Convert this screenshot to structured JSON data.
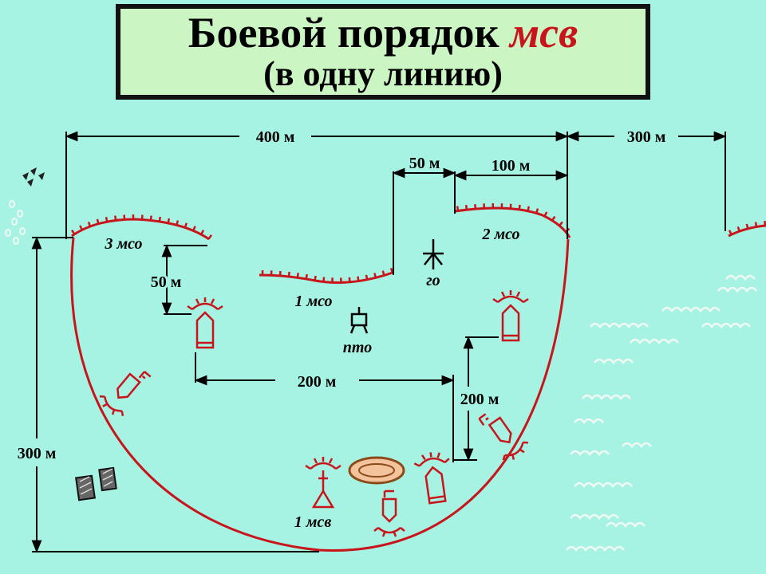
{
  "title": {
    "main": "Боевой порядок",
    "accent": "мсв",
    "subtitle": "(в одну линию)"
  },
  "dimensions": {
    "d400": "400 м",
    "d300_top": "300 м",
    "d50_top": "50 м",
    "d100": "100 м",
    "d50_left": "50 м",
    "d200_h": "200 м",
    "d200_v": "200 м",
    "d300_left": "300 м"
  },
  "labels": {
    "mso3": "3 мсо",
    "mso2": "2 мсо",
    "mso1": "1 мсо",
    "go": "го",
    "pto": "пто",
    "msv1": "1 мсв"
  },
  "colors": {
    "background": "#a7f3e3",
    "title_background": "#ccf5c4",
    "accent": "#c8151b",
    "ink": "#000000"
  },
  "icons": [
    "trench-3mso-icon",
    "trench-2mso-icon",
    "trench-1mso-icon",
    "trench-right-icon",
    "observation-post-go-icon",
    "antitank-post-pto-icon",
    "platoon-command-post-icon",
    "bmp-vehicle-icon",
    "tank-vehicle-icon",
    "decorative-trees"
  ]
}
